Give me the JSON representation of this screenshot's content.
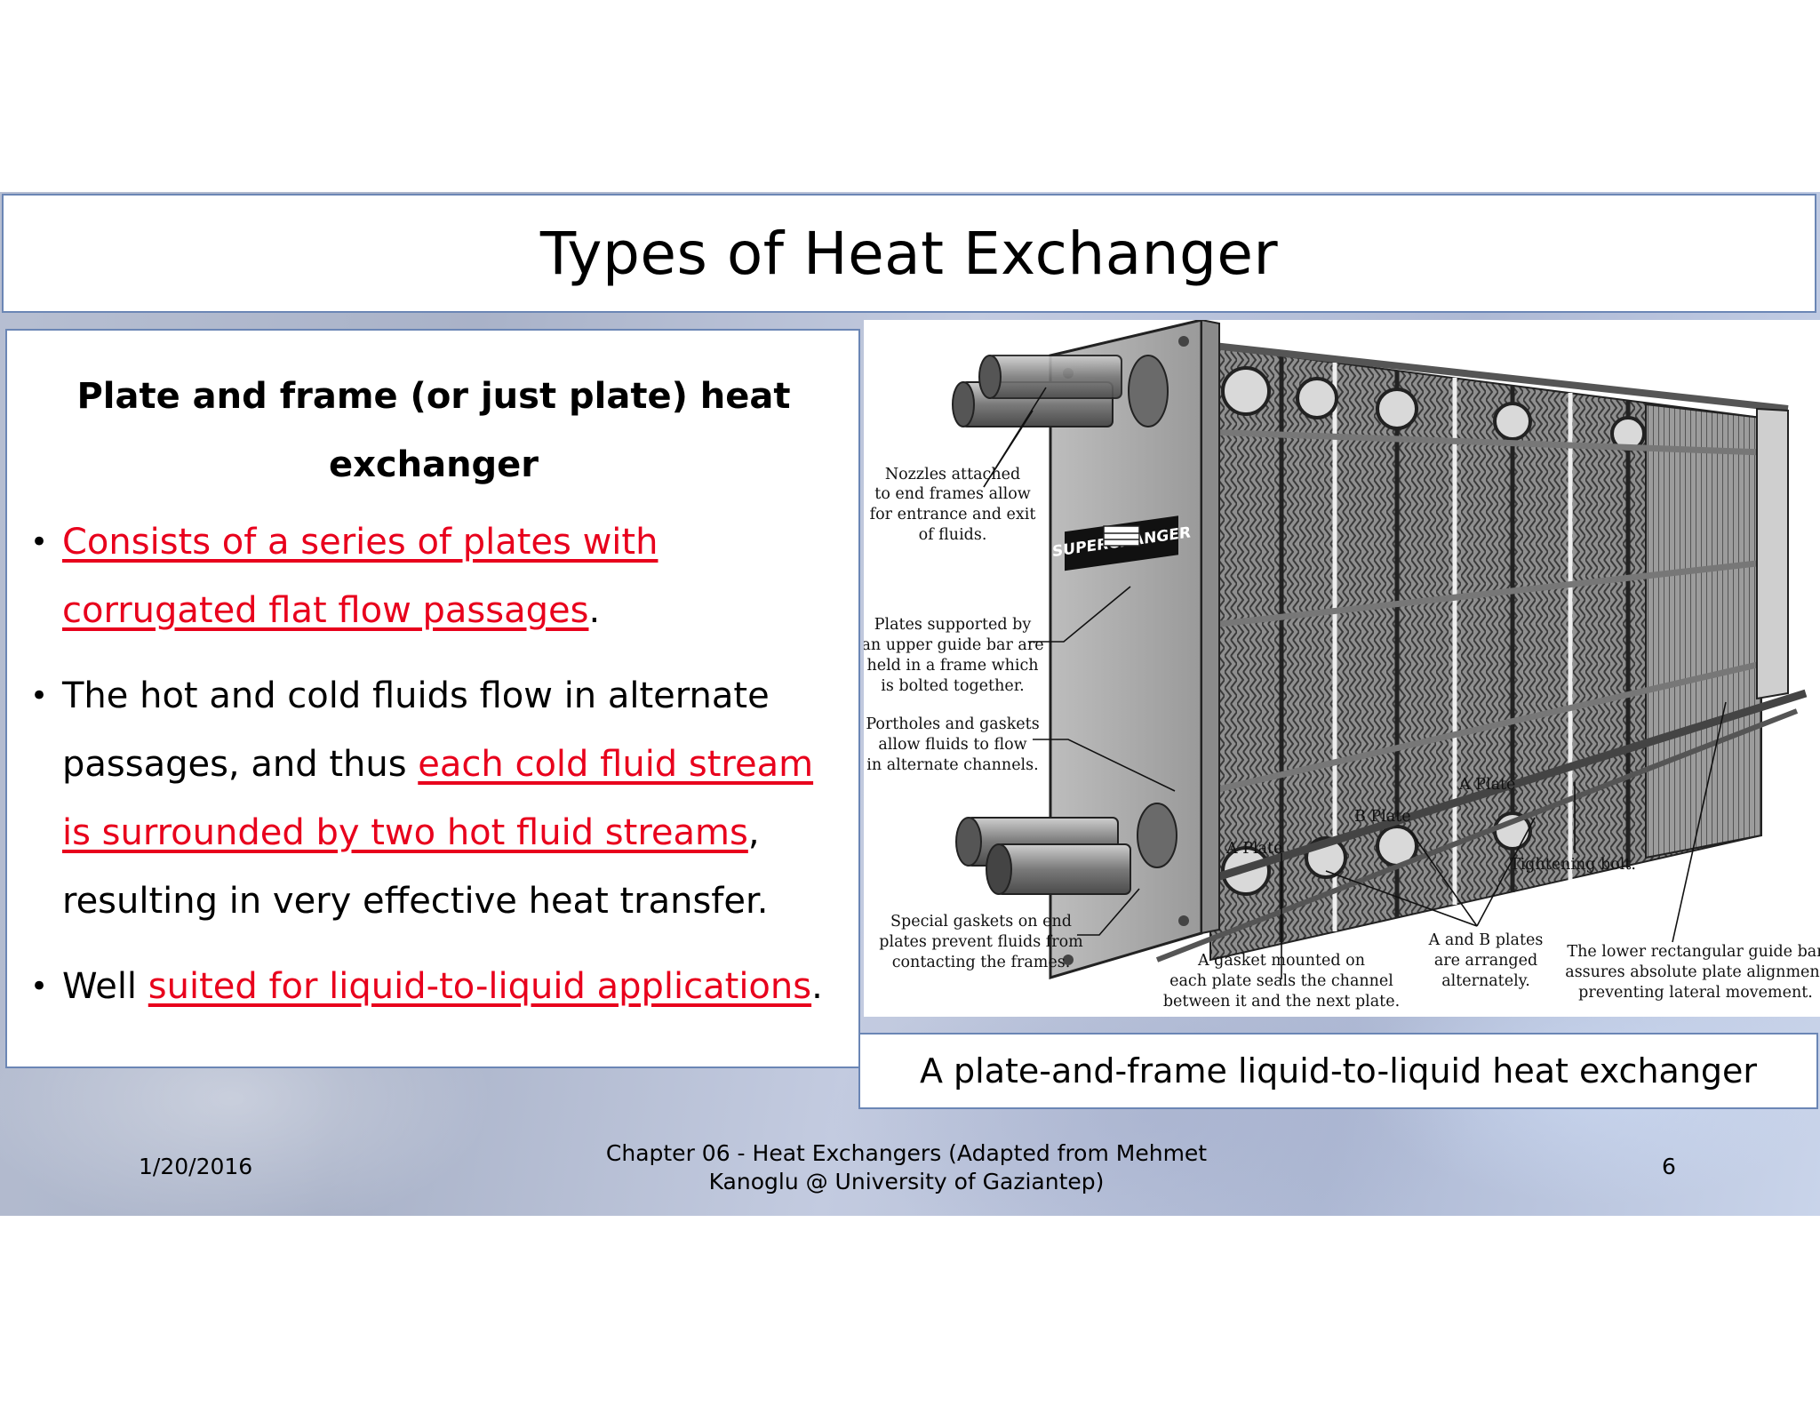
{
  "slide": {
    "title": "Types of Heat Exchanger",
    "subheading": "Plate and frame (or just plate) heat exchanger",
    "bullets": [
      {
        "parts": [
          {
            "text": "Consists of a series of plates with corrugated flat flow passages",
            "emphasis": true
          },
          {
            "text": ".",
            "emphasis": false
          }
        ]
      },
      {
        "parts": [
          {
            "text": "The hot and cold fluids flow in alternate passages, and thus ",
            "emphasis": false
          },
          {
            "text": "each cold fluid stream is surrounded by two hot fluid streams",
            "emphasis": true
          },
          {
            "text": ", resulting in very effective heat transfer.",
            "emphasis": false
          }
        ]
      },
      {
        "parts": [
          {
            "text": "Well ",
            "emphasis": false
          },
          {
            "text": "suited for liquid-to-liquid applications",
            "emphasis": true
          },
          {
            "text": ".",
            "emphasis": false
          }
        ]
      }
    ],
    "bullet_glyph": "•",
    "emphasis_color": "#e8001c"
  },
  "figure": {
    "caption": "A plate-and-frame liquid-to-liquid heat exchanger",
    "brand_plate": "SUPERCHANGER",
    "labels": {
      "nozzles": [
        "Nozzles attached",
        "to end frames allow",
        "for entrance and exit",
        "of fluids."
      ],
      "plates_supported": [
        "Plates supported by",
        "an upper guide bar are",
        "held in a frame which",
        "is bolted together."
      ],
      "portholes": [
        "Portholes and gaskets",
        "allow fluids to flow",
        "in alternate channels."
      ],
      "special_gaskets": [
        "Special gaskets on end",
        "plates prevent fluids from",
        "contacting the frames."
      ],
      "gasket_mounted": [
        "A gasket mounted on",
        "each plate seals the channel",
        "between it and the next plate."
      ],
      "ab_plates": [
        "A and B plates",
        "are arranged",
        "alternately."
      ],
      "lower_guide_bar": [
        "The lower rectangular guide bar",
        "assures absolute plate alignment",
        "preventing lateral movement."
      ],
      "tightening_bolt": "Tightening bolt.",
      "a_plate_1": "A Plate",
      "a_plate_2": "A Plate",
      "b_plate": "B Plate"
    }
  },
  "footer": {
    "date": "1/20/2016",
    "chapter_line1": "Chapter 06 - Heat Exchangers (Adapted from Mehmet",
    "chapter_line2": "Kanoglu @ University of Gaziantep)",
    "page_number": "6"
  }
}
